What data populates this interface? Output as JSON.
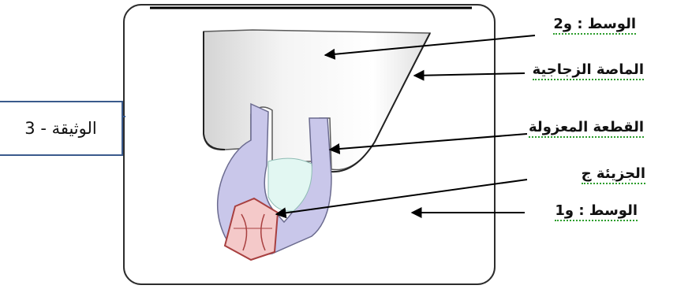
{
  "document_label": "الوثيقة - 3",
  "labels": {
    "medium2": "الوسط : و2",
    "pipette": "الماصة الزجاجية",
    "fragment": "القطعة المعزولة",
    "molecule": "الجزيئة ج",
    "medium1": "الوسط : و1"
  },
  "colors": {
    "frame": "#2d2d2d",
    "box_border": "#3a5a8c",
    "membrane": "#c9c7ea",
    "membrane_stroke": "#6b6b8f",
    "liquid": "#e2f7f2",
    "molecule_fill": "#f4c9c9",
    "molecule_stroke": "#a84040",
    "spellcheck_underline": "#2e9e2e"
  }
}
